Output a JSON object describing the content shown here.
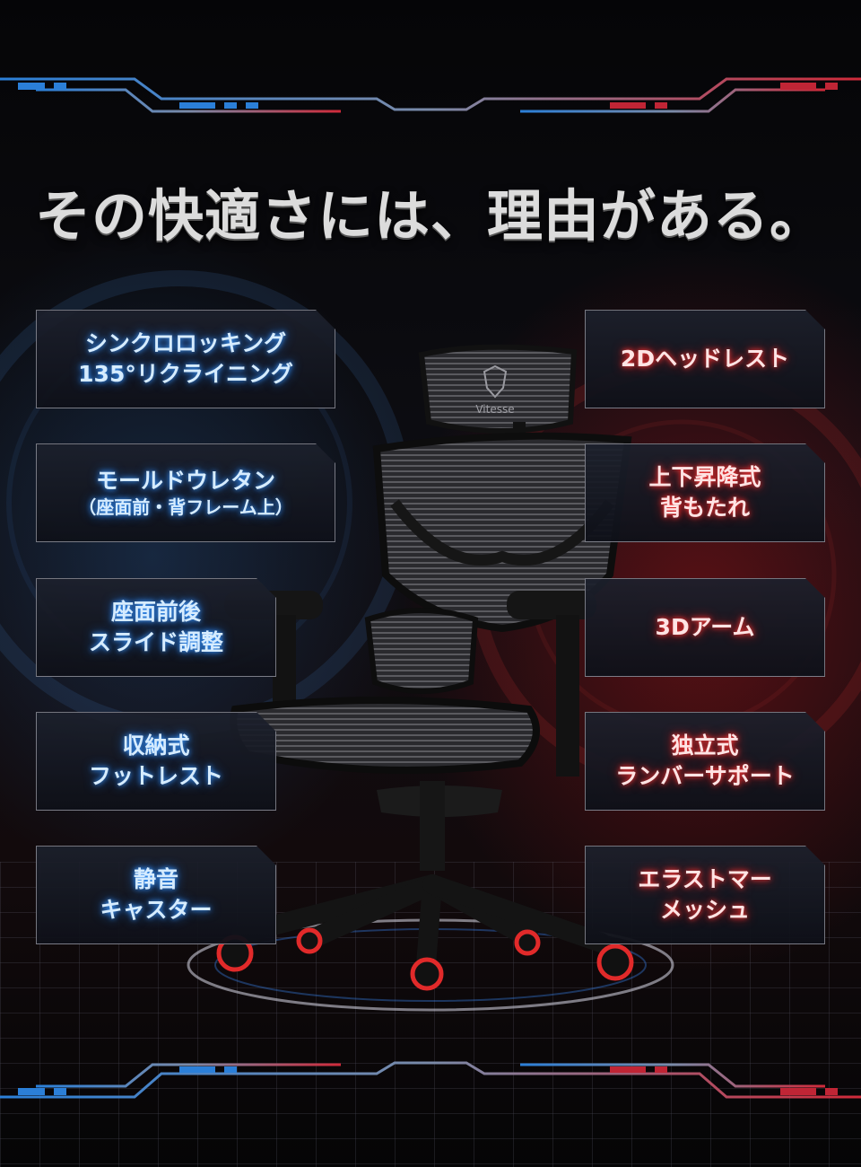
{
  "headline": "その快適さには、理由がある。",
  "features_left": [
    {
      "line1": "シンクロロッキング",
      "line2": "135°リクライニング"
    },
    {
      "line1": "モールドウレタン",
      "line2": "（座面前・背フレーム上）"
    },
    {
      "line1": "座面前後",
      "line2": "スライド調整"
    },
    {
      "line1": "収納式",
      "line2": "フットレスト"
    },
    {
      "line1": "静音",
      "line2": "キャスター"
    }
  ],
  "features_right": [
    {
      "line1": "2Dヘッドレスト",
      "line2": ""
    },
    {
      "line1": "上下昇降式",
      "line2": "背もたれ"
    },
    {
      "line1": "3Dアーム",
      "line2": ""
    },
    {
      "line1": "独立式",
      "line2": "ランバーサポート"
    },
    {
      "line1": "エラストマー",
      "line2": "メッシュ"
    }
  ],
  "chair": {
    "logo_text": "Vitesse",
    "logo": "brand-shield-logo"
  },
  "colors": {
    "accent_blue": "#3f9bff",
    "accent_red": "#ff3b3b"
  }
}
